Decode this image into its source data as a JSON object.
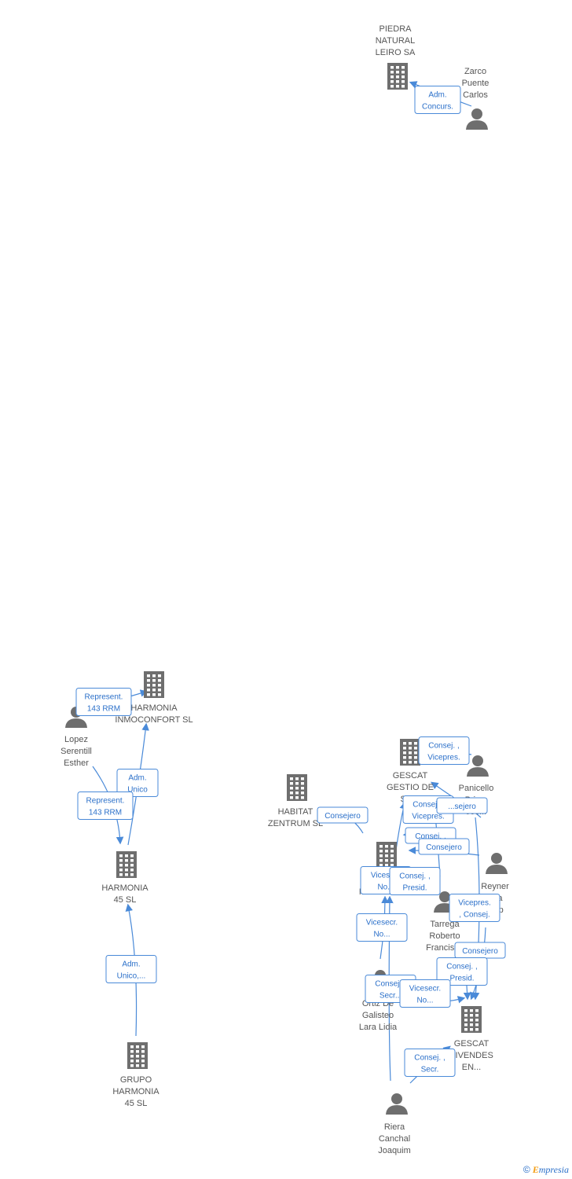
{
  "nodes": [
    {
      "id": "piedra",
      "kind": "company",
      "lines": [
        "PIEDRA",
        "NATURAL",
        "LEIRO SA"
      ]
    },
    {
      "id": "zarco",
      "kind": "person",
      "lines": [
        "Zarco",
        "Puente",
        "Carlos"
      ]
    },
    {
      "id": "harmonia_inmo",
      "kind": "company",
      "lines": [
        "HARMONIA",
        "INMOCONFORT SL"
      ]
    },
    {
      "id": "lopez",
      "kind": "person",
      "lines": [
        "Lopez",
        "Serentill",
        "Esther"
      ]
    },
    {
      "id": "harmonia45",
      "kind": "company",
      "lines": [
        "HARMONIA",
        "45 SL"
      ]
    },
    {
      "id": "grupo",
      "kind": "company",
      "lines": [
        "GRUPO",
        "HARMONIA",
        "45 SL"
      ]
    },
    {
      "id": "habitat",
      "kind": "company",
      "lines": [
        "HABITAT",
        "ZENTRUM SL"
      ]
    },
    {
      "id": "gescat_gestio",
      "kind": "company",
      "lines": [
        "GESCAT",
        "GESTIO DE",
        "SO..."
      ]
    },
    {
      "id": "panicello",
      "kind": "person",
      "lines": [
        "Panicello",
        "Prime",
        "Jos..."
      ]
    },
    {
      "id": "m_company",
      "kind": "company",
      "lines": [
        "M..."
      ]
    },
    {
      "id": "reyner",
      "kind": "person",
      "lines": [
        "Reyner",
        "...ra",
        "...ep"
      ]
    },
    {
      "id": "tarrega",
      "kind": "person",
      "lines": [
        "Tarrega",
        "Roberto",
        "Francisco"
      ]
    },
    {
      "id": "ortiz",
      "kind": "person",
      "lines": [
        "Ortiz De",
        "Galisteo",
        "Lara Lidia"
      ]
    },
    {
      "id": "gescat_viv",
      "kind": "company",
      "lines": [
        "GESCAT",
        "VIVENDES",
        "EN..."
      ]
    },
    {
      "id": "riera",
      "kind": "person",
      "lines": [
        "Riera",
        "Canchal",
        "Joaquim"
      ]
    }
  ],
  "edges": [
    {
      "id": "e_zarco_piedra",
      "lines": [
        "Adm.",
        "Concurs."
      ]
    },
    {
      "id": "e_lopez_inmo",
      "lines": [
        "Represent.",
        "143 RRM"
      ]
    },
    {
      "id": "e_h45_inmo",
      "lines": [
        "Adm.",
        "Unico"
      ]
    },
    {
      "id": "e_lopez_h45",
      "lines": [
        "Represent.",
        "143 RRM"
      ]
    },
    {
      "id": "e_grupo_h45",
      "lines": [
        "Adm.",
        "Unico,..."
      ]
    },
    {
      "id": "e_habitat",
      "lines": [
        "Consejero"
      ]
    },
    {
      "id": "e_panicello_gestio",
      "lines": [
        "Consej. ,",
        "Vicepres."
      ]
    },
    {
      "id": "e_c2",
      "lines": [
        "Consej. ,",
        "Vicepres."
      ]
    },
    {
      "id": "e_c3",
      "lines": [
        "...sejero"
      ]
    },
    {
      "id": "e_c4",
      "lines": [
        "Consej. ,"
      ]
    },
    {
      "id": "e_c5",
      "lines": [
        "Consejero"
      ]
    },
    {
      "id": "e_c6",
      "lines": [
        "Vicese...",
        "No..."
      ]
    },
    {
      "id": "e_c7",
      "lines": [
        "Consej. ,",
        "Presid."
      ]
    },
    {
      "id": "e_c8",
      "lines": [
        "Vicesecr.",
        "No..."
      ]
    },
    {
      "id": "e_c9",
      "lines": [
        "Vicepres.",
        ", Consej."
      ]
    },
    {
      "id": "e_c10",
      "lines": [
        "Consejero"
      ]
    },
    {
      "id": "e_c11",
      "lines": [
        "Consej. ,",
        "Presid."
      ]
    },
    {
      "id": "e_c12",
      "lines": [
        "Consej...",
        "Secr..."
      ]
    },
    {
      "id": "e_c13",
      "lines": [
        "Vicesecr.",
        "No..."
      ]
    },
    {
      "id": "e_c14",
      "lines": [
        "Consej. ,",
        "Secr."
      ]
    }
  ],
  "footer": {
    "copyright": "©",
    "brand_initial": "E",
    "brand_rest": "mpresia"
  },
  "colors": {
    "edge": "#4a8ad8",
    "icon": "#6e6e6e",
    "label": "#555555"
  }
}
